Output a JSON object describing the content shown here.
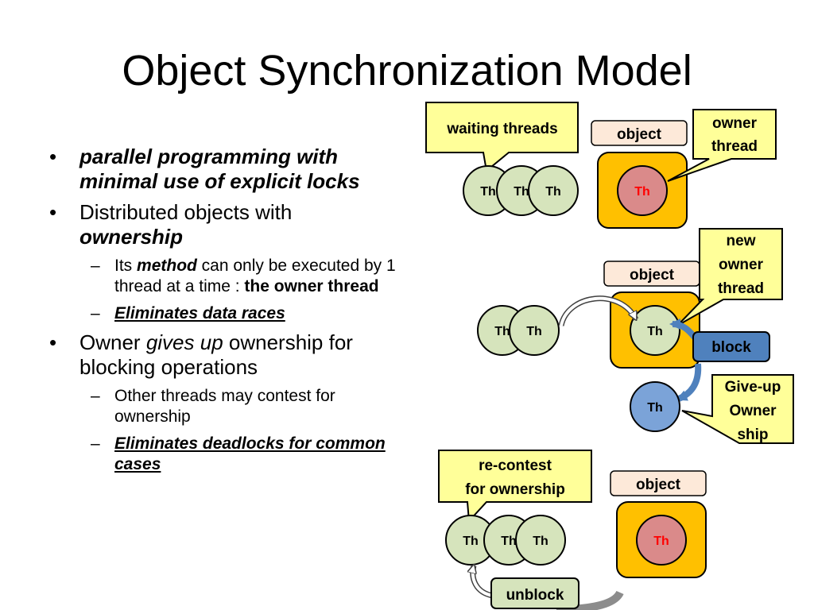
{
  "title": "Object Synchronization Model",
  "bullets": {
    "b1": "parallel programming with minimal use of explicit locks",
    "b2_pre": "Distributed objects with ",
    "b2_em": "ownership",
    "b2_sub1_pre": "Its ",
    "b2_sub1_em": "method",
    "b2_sub1_mid": " can only be executed by 1 thread at a time : ",
    "b2_sub1_strong": "the owner thread",
    "b2_sub2": "Eliminates data races",
    "b3_pre": "Owner ",
    "b3_em": "gives up",
    "b3_post": " ownership for blocking operations",
    "b3_sub1": "Other threads may contest for ownership",
    "b3_sub2": "Eliminates deadlocks for common cases"
  },
  "diagram": {
    "thread_label": "Th",
    "object_label": "object",
    "callouts": {
      "waiting": "waiting threads",
      "owner_1": "owner",
      "owner_2": "thread",
      "new_1": "new",
      "new_2": "owner",
      "new_3": "thread",
      "block": "block",
      "giveup_1": "Give-up",
      "giveup_2": "Owner",
      "giveup_3": "ship",
      "recontest_1": "re-contest",
      "recontest_2": "for ownership",
      "unblock": "unblock"
    },
    "colors": {
      "thread_fill": "#d6e4bc",
      "owner_fill": "#da8a8a",
      "blocked_fill": "#7ba3d8",
      "object_fill": "#ffc000",
      "callout_fill": "#ffff99",
      "label_fill": "#fde9d9",
      "block_fill": "#4f81bd",
      "arrow_blue": "#4f81bd",
      "owner_text": "#ff0000"
    }
  }
}
